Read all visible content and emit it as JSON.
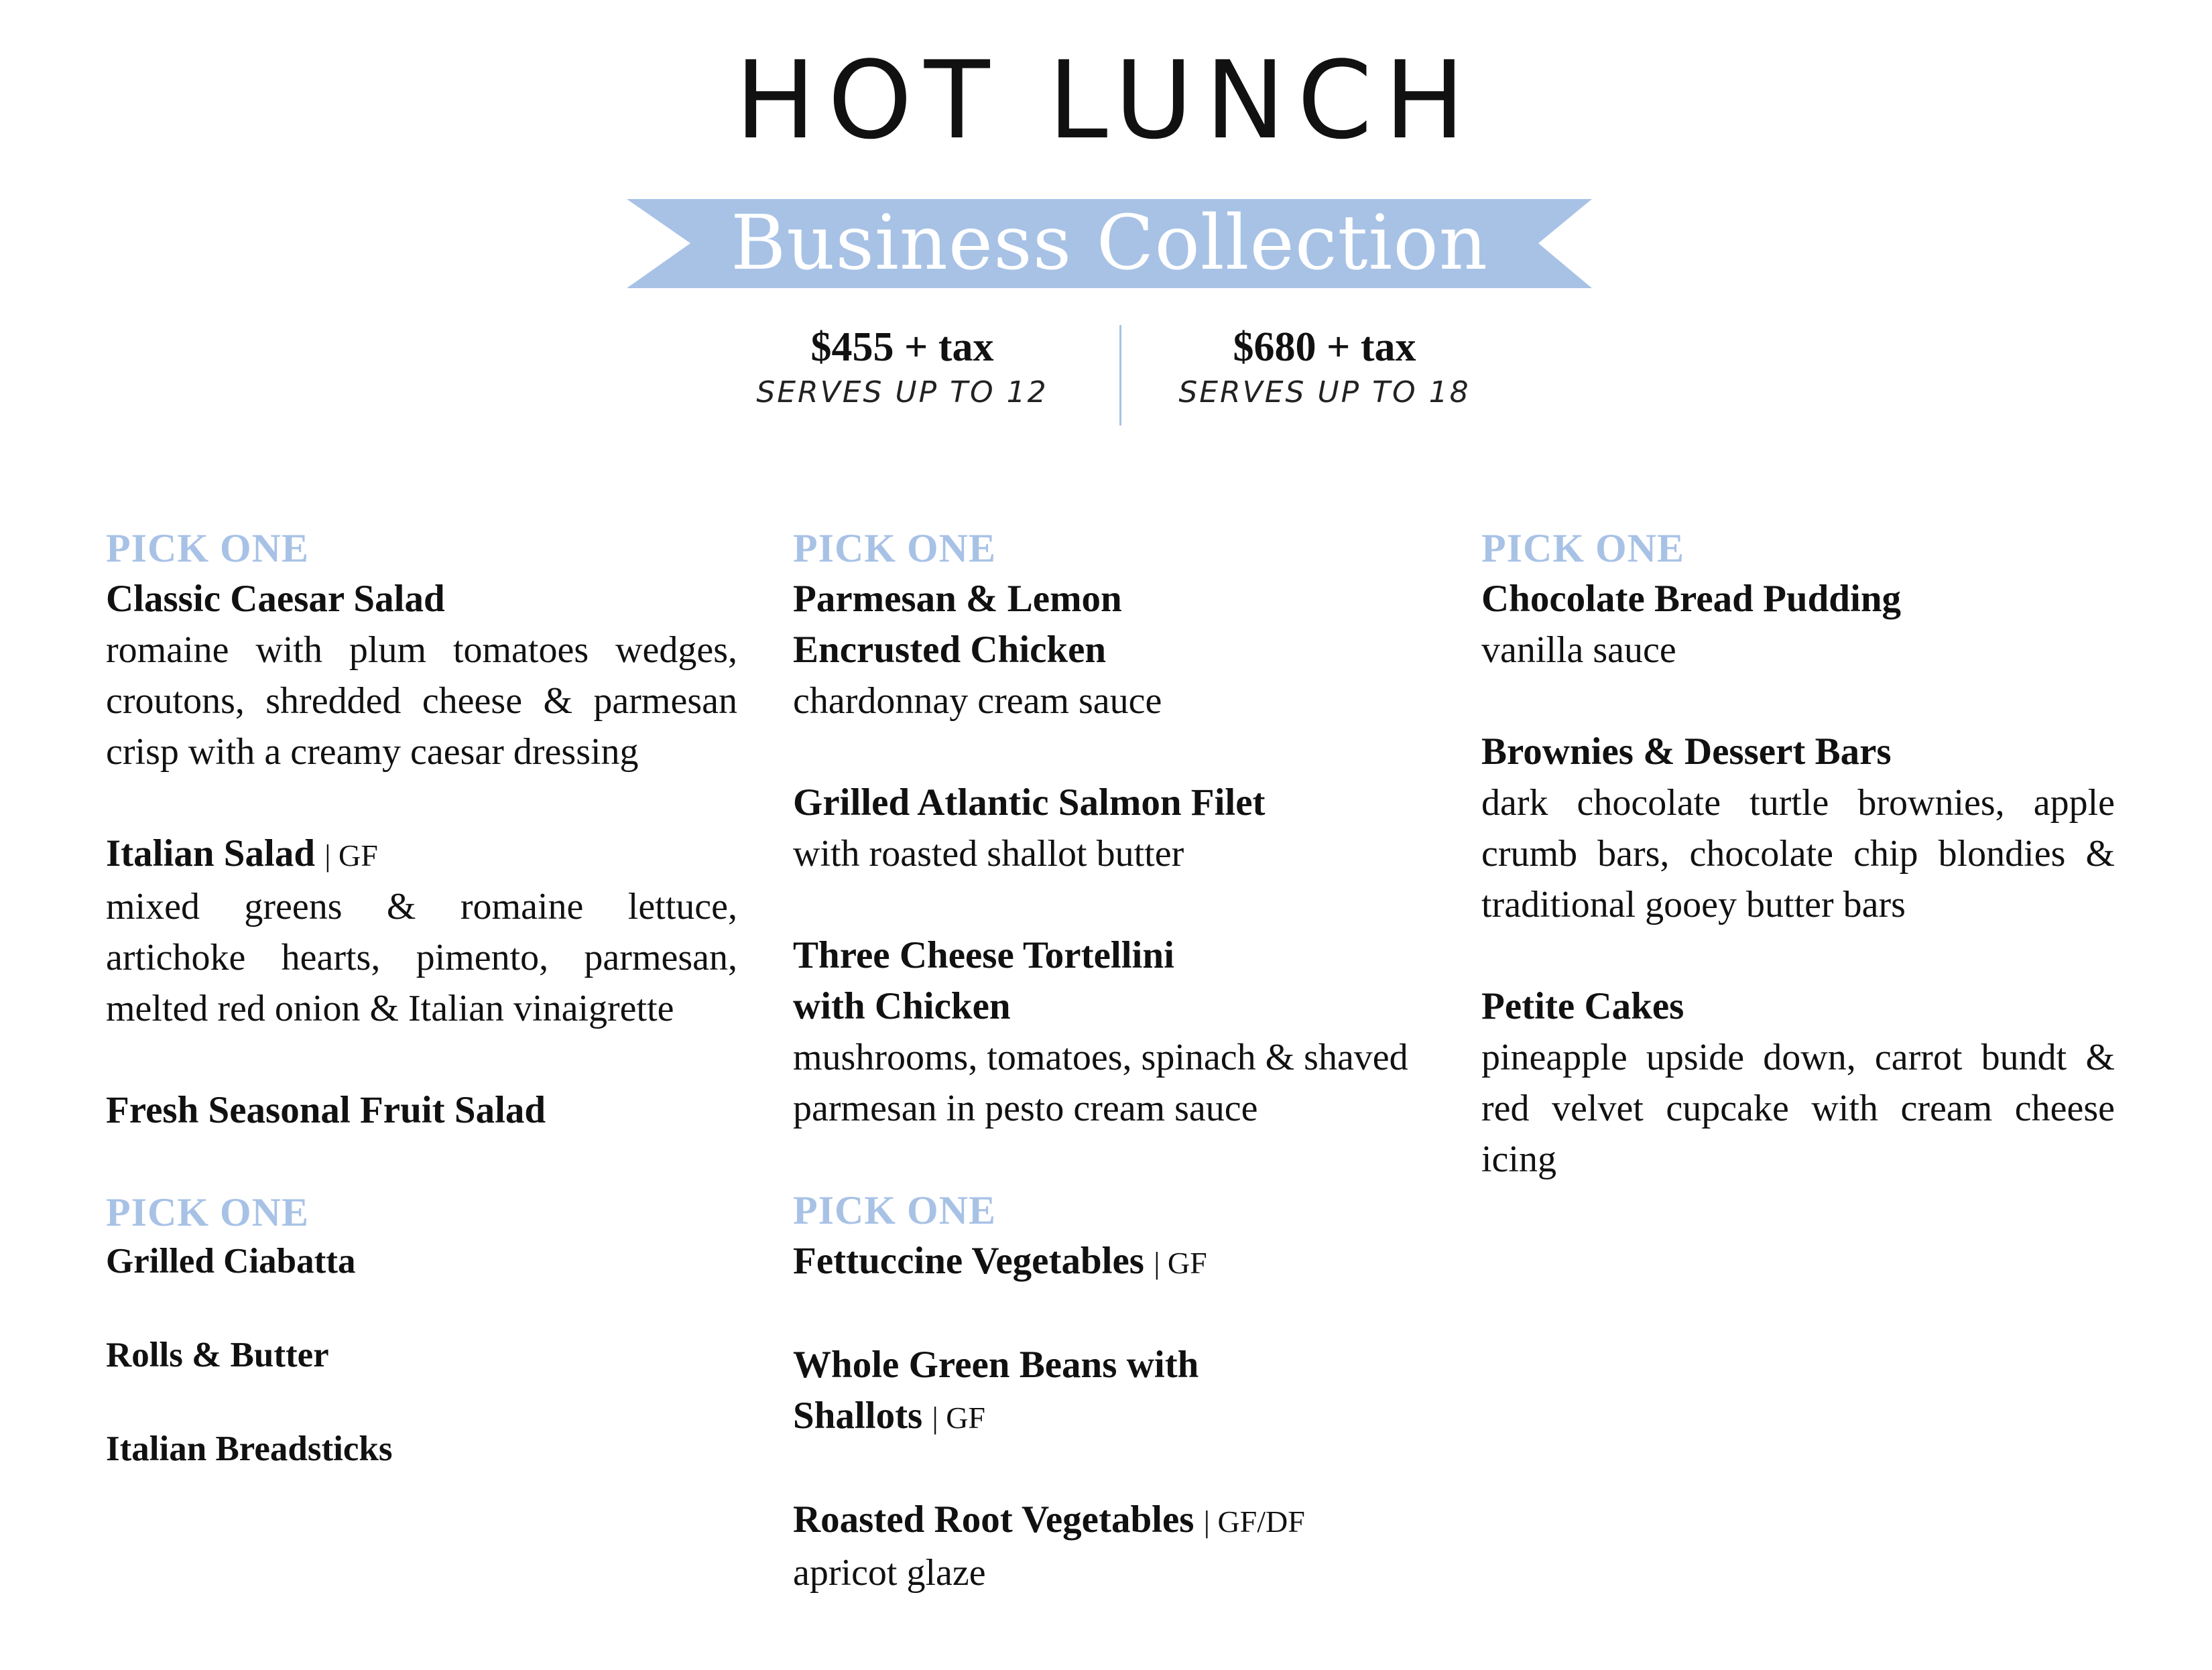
{
  "header": {
    "title": "HOT LUNCH",
    "banner": "Business Collection",
    "banner_color": "#a8c2e6"
  },
  "pricing": [
    {
      "amount": "$455 + tax",
      "serves": "SERVES UP TO 12"
    },
    {
      "amount": "$680 + tax",
      "serves": "SERVES UP TO 18"
    }
  ],
  "columns": {
    "salads": {
      "heading": "PICK ONE",
      "items": [
        {
          "name": "Classic Caesar Salad",
          "desc": "romaine with plum tomatoes wedges, croutons, shredded cheese & parmesan crisp with a creamy caesar dressing"
        },
        {
          "name": "Italian Salad",
          "tag": "| GF",
          "desc": "mixed greens & romaine lettuce, artichoke hearts, pimento, parmesan, melted red onion & Italian vinaigrette"
        },
        {
          "name": "Fresh Seasonal Fruit Salad"
        }
      ]
    },
    "breads": {
      "heading": "PICK ONE",
      "items": [
        "Grilled Ciabatta",
        "Rolls & Butter",
        "Italian Breadsticks"
      ]
    },
    "entrees": {
      "heading": "PICK ONE",
      "items": [
        {
          "name_lines": [
            "Parmesan & Lemon",
            "Encrusted Chicken"
          ],
          "desc": "chardonnay cream sauce"
        },
        {
          "name_lines": [
            "Grilled Atlantic Salmon Filet"
          ],
          "desc": "with roasted shallot butter"
        },
        {
          "name_lines": [
            "Three Cheese Tortellini",
            "with Chicken"
          ],
          "desc": "mushrooms, tomatoes, spinach & shaved parmesan in pesto cream sauce"
        }
      ]
    },
    "sides": {
      "heading": "PICK ONE",
      "items": [
        {
          "name": "Fettuccine Vegetables",
          "tag": "| GF"
        },
        {
          "name_lines": [
            "Whole Green Beans with",
            "Shallots"
          ],
          "tag": "| GF"
        },
        {
          "name": "Roasted Root Vegetables",
          "tag": "| GF/DF",
          "desc": "apricot glaze"
        }
      ]
    },
    "desserts": {
      "heading": "PICK ONE",
      "items": [
        {
          "name": "Chocolate Bread Pudding",
          "desc": "vanilla sauce"
        },
        {
          "name": "Brownies & Dessert Bars",
          "desc": "dark chocolate turtle brownies, apple crumb bars, chocolate chip blondies & traditional gooey butter bars"
        },
        {
          "name": "Petite Cakes",
          "desc": "pineapple upside down, carrot bundt & red velvet cupcake with cream cheese icing"
        }
      ]
    }
  }
}
